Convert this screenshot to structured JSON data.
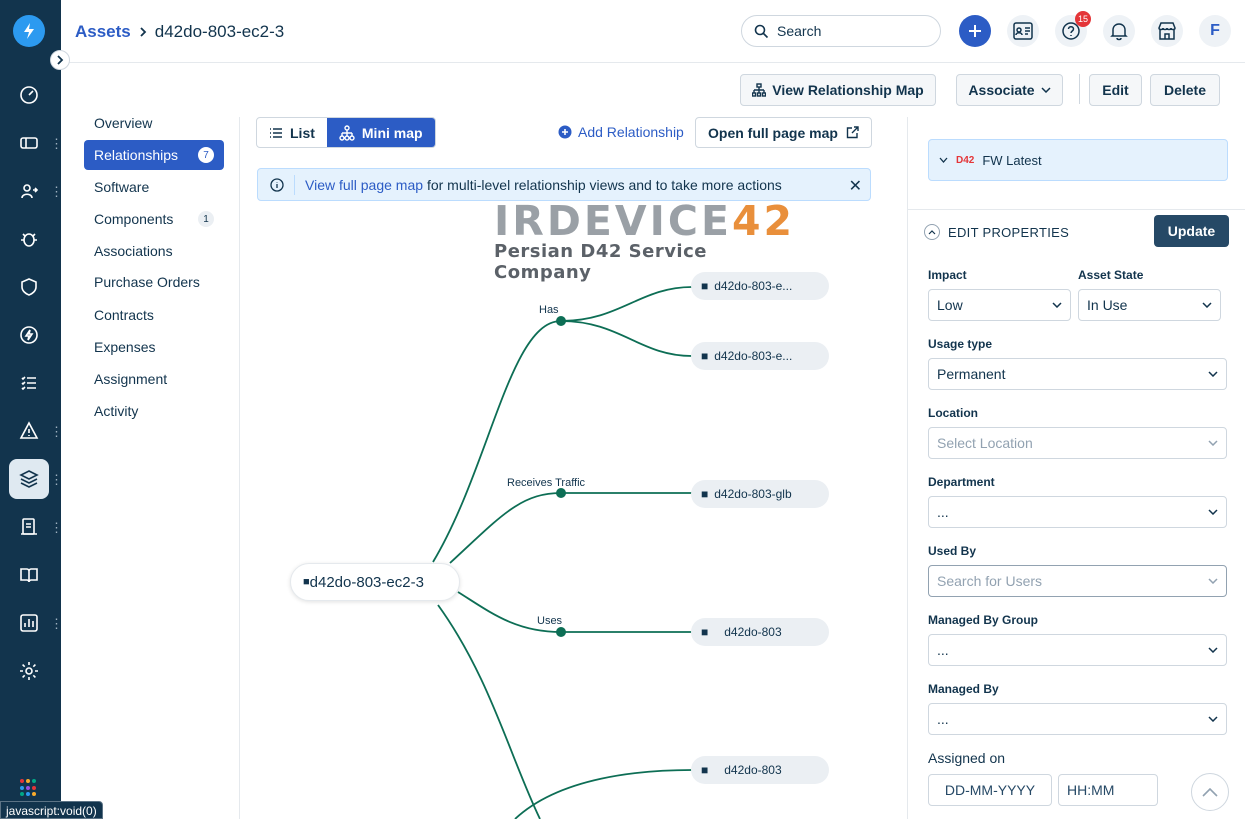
{
  "colors": {
    "rail": "#12344d",
    "accent": "#2c5cc5",
    "edge": "#0d6e55",
    "badge": "#e43538"
  },
  "header": {
    "breadcrumb_root": "Assets",
    "breadcrumb_current": "d42do-803-ec2-3",
    "search_placeholder": "Search",
    "notification_badge": "15",
    "avatar_initial": "F"
  },
  "actions": {
    "view_map": "View Relationship Map",
    "associate": "Associate",
    "edit": "Edit",
    "delete": "Delete"
  },
  "subnav": [
    {
      "label": "Overview",
      "count": ""
    },
    {
      "label": "Relationships",
      "count": "7",
      "active": true
    },
    {
      "label": "Software",
      "count": ""
    },
    {
      "label": "Components",
      "count": "1"
    },
    {
      "label": "Associations",
      "count": ""
    },
    {
      "label": "Purchase Orders",
      "count": ""
    },
    {
      "label": "Contracts",
      "count": ""
    },
    {
      "label": "Expenses",
      "count": ""
    },
    {
      "label": "Assignment",
      "count": ""
    },
    {
      "label": "Activity",
      "count": ""
    }
  ],
  "main": {
    "view_list": "List",
    "view_minimap": "Mini map",
    "add_relationship": "Add Relationship",
    "open_full_map": "Open full page map",
    "info_link": "View full page map",
    "info_text": "for multi-level relationship views and to take more actions",
    "watermark_title_a": "IRDEVICE",
    "watermark_title_b": "42",
    "watermark_sub": "Persian D42 Service Company",
    "root_node": "d42do-803-ec2-3",
    "relations": [
      {
        "label": "Has",
        "targets": [
          "d42do-803-e...",
          "d42do-803-e..."
        ]
      },
      {
        "label": "Receives Traffic",
        "targets": [
          "d42do-803-glb"
        ]
      },
      {
        "label": "Uses",
        "targets": [
          "d42do-803"
        ]
      },
      {
        "label": "",
        "targets": [
          "d42do-803"
        ]
      }
    ]
  },
  "panel": {
    "fw_label": "FW Latest",
    "fw_logo": "D42",
    "edit_properties": "EDIT PROPERTIES",
    "update": "Update",
    "impact_label": "Impact",
    "impact_value": "Low",
    "state_label": "Asset State",
    "state_value": "In Use",
    "usage_label": "Usage type",
    "usage_value": "Permanent",
    "location_label": "Location",
    "location_placeholder": "Select Location",
    "department_label": "Department",
    "department_value": "...",
    "usedby_label": "Used By",
    "usedby_placeholder": "Search for Users",
    "mgroup_label": "Managed By Group",
    "mgroup_value": "...",
    "managedby_label": "Managed By",
    "managedby_value": "...",
    "assigned_label": "Assigned on",
    "date_placeholder": "DD-MM-YYYY",
    "time_placeholder": "HH:MM"
  },
  "statusbar": "javascript:void(0)"
}
